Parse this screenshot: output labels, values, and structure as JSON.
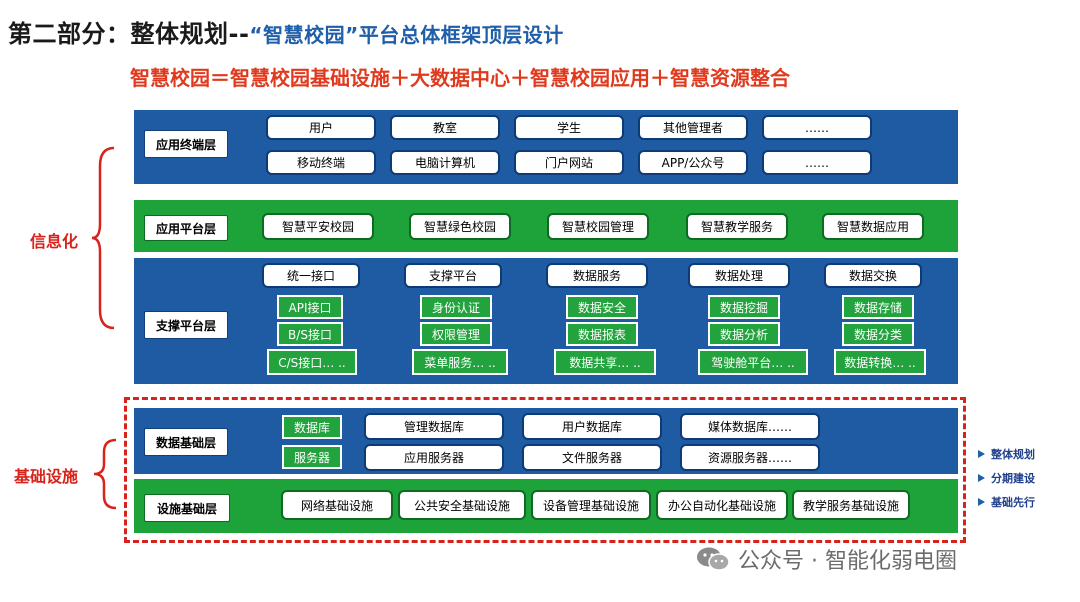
{
  "header": {
    "title": "第二部分：整体规划--",
    "subtitle": "“智慧校园”平台总体框架顶层设计"
  },
  "formula": "智慧校园＝智慧校园基础设施＋大数据中心＋智慧校园应用＋智慧资源整合",
  "side_labels": {
    "informatization": "信息化",
    "infrastructure": "基础设施"
  },
  "layers": {
    "terminal": {
      "label": "应用终端层",
      "row1": [
        "用户",
        "教室",
        "学生",
        "其他管理者",
        "……"
      ],
      "row2": [
        "移动终端",
        "电脑计算机",
        "门户网站",
        "APP/公众号",
        "……"
      ]
    },
    "app_platform": {
      "label": "应用平台层",
      "items": [
        "智慧平安校园",
        "智慧绿色校园",
        "智慧校园管理",
        "智慧教学服务",
        "智慧数据应用"
      ]
    },
    "support_platform": {
      "label": "支撑平台层",
      "columns": [
        {
          "head": "统一接口",
          "items": [
            "API接口",
            "B/S接口",
            "C/S接口… .."
          ]
        },
        {
          "head": "支撑平台",
          "items": [
            "身份认证",
            "权限管理",
            "菜单服务… .."
          ]
        },
        {
          "head": "数据服务",
          "items": [
            "数据安全",
            "数据报表",
            "数据共享… .."
          ]
        },
        {
          "head": "数据处理",
          "items": [
            "数据挖掘",
            "数据分析",
            "驾驶舱平台… .."
          ]
        },
        {
          "head": "数据交换",
          "items": [
            "数据存储",
            "数据分类",
            "数据转换… .."
          ]
        }
      ]
    },
    "data_foundation": {
      "label": "数据基础层",
      "green_items": [
        "数据库",
        "服务器"
      ],
      "row1": [
        "管理数据库",
        "用户数据库",
        "媒体数据库……"
      ],
      "row2": [
        "应用服务器",
        "文件服务器",
        "资源服务器……"
      ]
    },
    "facility_foundation": {
      "label": "设施基础层",
      "items": [
        "网络基础设施",
        "公共安全基础设施",
        "设备管理基础设施",
        "办公自动化基础设施",
        "教学服务基础设施"
      ]
    }
  },
  "legend": [
    "整体规划",
    "分期建设",
    "基础先行"
  ],
  "watermark": "公众号 · 智能化弱电圈",
  "colors": {
    "blue_band": "#1f5ba3",
    "green_band": "#1ea23a",
    "accent_red": "#d8231c",
    "formula_red": "#e03a1e"
  }
}
